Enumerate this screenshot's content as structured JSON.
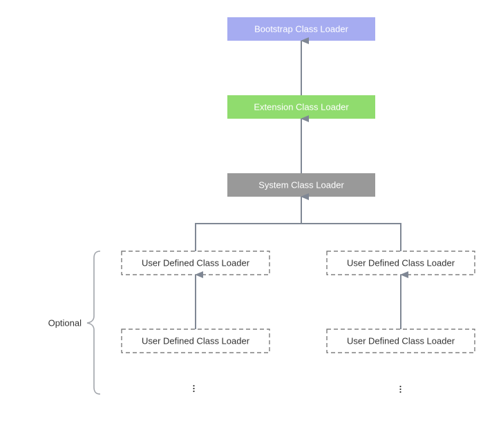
{
  "nodes": {
    "bootstrap": {
      "label": "Bootstrap Class Loader",
      "fill": "#a6acf1",
      "text_color": "#ffffff"
    },
    "extension": {
      "label": "Extension Class Loader",
      "fill": "#90dc6e",
      "text_color": "#ffffff"
    },
    "system": {
      "label": "System Class Loader",
      "fill": "#999999",
      "text_color": "#ffffff"
    },
    "user_left_1": {
      "label": "User Defined Class Loader"
    },
    "user_left_2": {
      "label": "User Defined Class Loader"
    },
    "user_right_1": {
      "label": "User Defined Class Loader"
    },
    "user_right_2": {
      "label": "User Defined Class Loader"
    }
  },
  "optional_label": "Optional",
  "colors": {
    "arrow": "#7f8794",
    "dashed_border": "#666666",
    "text_dark": "#333333",
    "brace": "#a0a4aa"
  }
}
